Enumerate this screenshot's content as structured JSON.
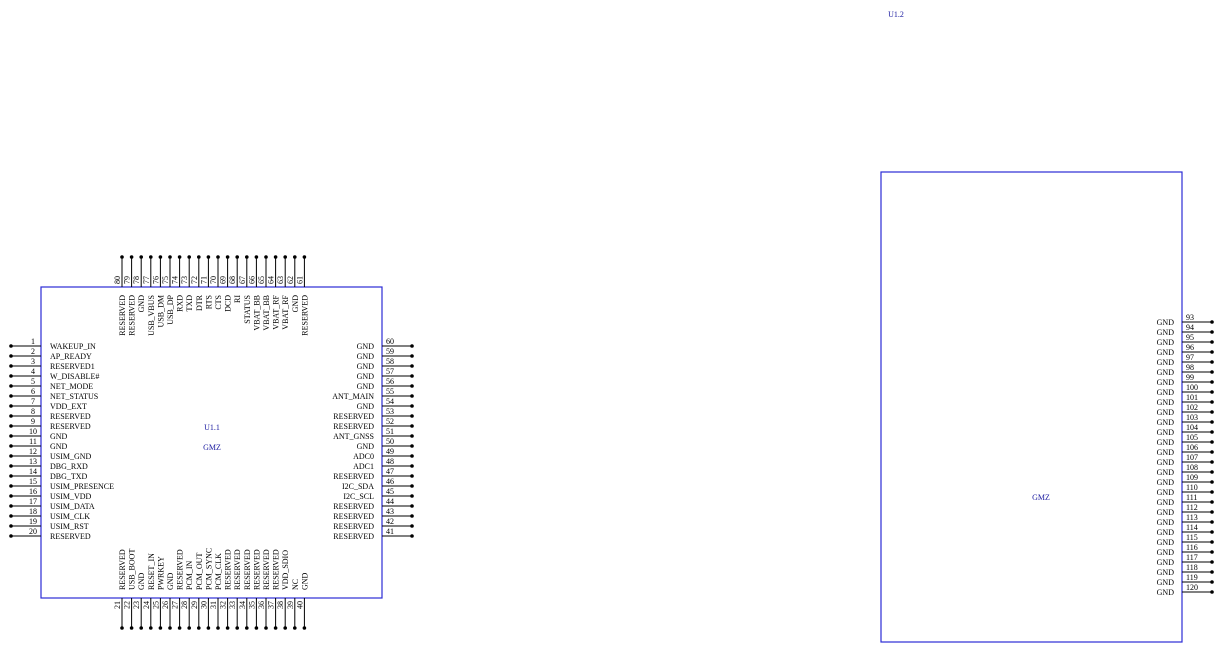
{
  "colors": {
    "body": "#2b2bd6",
    "pin": "#000000",
    "ref": "#1a1aa0"
  },
  "u11": {
    "ref": "U1.1",
    "value": "GMZ",
    "left_pins": [
      {
        "num": "1",
        "name": "WAKEUP_IN"
      },
      {
        "num": "2",
        "name": "AP_READY"
      },
      {
        "num": "3",
        "name": "RESERVED1"
      },
      {
        "num": "4",
        "name": "W_DISABLE#"
      },
      {
        "num": "5",
        "name": "NET_MODE"
      },
      {
        "num": "6",
        "name": "NET_STATUS"
      },
      {
        "num": "7",
        "name": "VDD_EXT"
      },
      {
        "num": "8",
        "name": "RESERVED"
      },
      {
        "num": "9",
        "name": "RESERVED"
      },
      {
        "num": "10",
        "name": "GND"
      },
      {
        "num": "11",
        "name": "GND"
      },
      {
        "num": "12",
        "name": "USIM_GND"
      },
      {
        "num": "13",
        "name": "DBG_RXD"
      },
      {
        "num": "14",
        "name": "DBG_TXD"
      },
      {
        "num": "15",
        "name": "USIM_PRESENCE"
      },
      {
        "num": "16",
        "name": "USIM_VDD"
      },
      {
        "num": "17",
        "name": "USIM_DATA"
      },
      {
        "num": "18",
        "name": "USIM_CLK"
      },
      {
        "num": "19",
        "name": "USIM_RST"
      },
      {
        "num": "20",
        "name": "RESERVED"
      }
    ],
    "right_pins": [
      {
        "num": "60",
        "name": "GND"
      },
      {
        "num": "59",
        "name": "GND"
      },
      {
        "num": "58",
        "name": "GND"
      },
      {
        "num": "57",
        "name": "GND"
      },
      {
        "num": "56",
        "name": "GND"
      },
      {
        "num": "55",
        "name": "ANT_MAIN"
      },
      {
        "num": "54",
        "name": "GND"
      },
      {
        "num": "53",
        "name": "RESERVED"
      },
      {
        "num": "52",
        "name": "RESERVED"
      },
      {
        "num": "51",
        "name": "ANT_GNSS"
      },
      {
        "num": "50",
        "name": "GND"
      },
      {
        "num": "49",
        "name": "ADC0"
      },
      {
        "num": "48",
        "name": "ADC1"
      },
      {
        "num": "47",
        "name": "RESERVED"
      },
      {
        "num": "46",
        "name": "I2C_SDA"
      },
      {
        "num": "45",
        "name": "I2C_SCL"
      },
      {
        "num": "44",
        "name": "RESERVED"
      },
      {
        "num": "43",
        "name": "RESERVED"
      },
      {
        "num": "42",
        "name": "RESERVED"
      },
      {
        "num": "41",
        "name": "RESERVED"
      }
    ],
    "top_pins": [
      {
        "num": "80",
        "name": "RESERVED"
      },
      {
        "num": "79",
        "name": "RESERVED"
      },
      {
        "num": "78",
        "name": "GND"
      },
      {
        "num": "77",
        "name": "USB_VBUS"
      },
      {
        "num": "76",
        "name": "USB_DM"
      },
      {
        "num": "75",
        "name": "USB_DP"
      },
      {
        "num": "74",
        "name": "RXD"
      },
      {
        "num": "73",
        "name": "TXD"
      },
      {
        "num": "72",
        "name": "DTR"
      },
      {
        "num": "71",
        "name": "RTS"
      },
      {
        "num": "70",
        "name": "CTS"
      },
      {
        "num": "69",
        "name": "DCD"
      },
      {
        "num": "68",
        "name": "RI"
      },
      {
        "num": "67",
        "name": "STATUS"
      },
      {
        "num": "66",
        "name": "VBAT_BB"
      },
      {
        "num": "65",
        "name": "VBAT_BB"
      },
      {
        "num": "64",
        "name": "VBAT_RF"
      },
      {
        "num": "63",
        "name": "VBAT_RF"
      },
      {
        "num": "62",
        "name": "GND"
      },
      {
        "num": "61",
        "name": "RESERVED"
      }
    ],
    "bottom_pins": [
      {
        "num": "21",
        "name": "RESERVED"
      },
      {
        "num": "22",
        "name": "USB_BOOT"
      },
      {
        "num": "23",
        "name": "GND"
      },
      {
        "num": "24",
        "name": "RESET_IN"
      },
      {
        "num": "25",
        "name": "PWRKEY"
      },
      {
        "num": "26",
        "name": "GND"
      },
      {
        "num": "27",
        "name": "RESERVED"
      },
      {
        "num": "28",
        "name": "PCM_IN"
      },
      {
        "num": "29",
        "name": "PCM_OUT"
      },
      {
        "num": "30",
        "name": "PCM_SYNC"
      },
      {
        "num": "31",
        "name": "PCM_CLK"
      },
      {
        "num": "32",
        "name": "RESERVED"
      },
      {
        "num": "33",
        "name": "RESERVED"
      },
      {
        "num": "34",
        "name": "RESERVED"
      },
      {
        "num": "35",
        "name": "RESERVED"
      },
      {
        "num": "36",
        "name": "RESERVED"
      },
      {
        "num": "37",
        "name": "RESERVED"
      },
      {
        "num": "38",
        "name": "VDD_SDIO"
      },
      {
        "num": "39",
        "name": "NC"
      },
      {
        "num": "40",
        "name": "GND"
      }
    ]
  },
  "u12": {
    "ref": "U1.2",
    "value": "GMZ",
    "right_pins": [
      {
        "num": "93",
        "name": "GND"
      },
      {
        "num": "94",
        "name": "GND"
      },
      {
        "num": "95",
        "name": "GND"
      },
      {
        "num": "96",
        "name": "GND"
      },
      {
        "num": "97",
        "name": "GND"
      },
      {
        "num": "98",
        "name": "GND"
      },
      {
        "num": "99",
        "name": "GND"
      },
      {
        "num": "100",
        "name": "GND"
      },
      {
        "num": "101",
        "name": "GND"
      },
      {
        "num": "102",
        "name": "GND"
      },
      {
        "num": "103",
        "name": "GND"
      },
      {
        "num": "104",
        "name": "GND"
      },
      {
        "num": "105",
        "name": "GND"
      },
      {
        "num": "106",
        "name": "GND"
      },
      {
        "num": "107",
        "name": "GND"
      },
      {
        "num": "108",
        "name": "GND"
      },
      {
        "num": "109",
        "name": "GND"
      },
      {
        "num": "110",
        "name": "GND"
      },
      {
        "num": "111",
        "name": "GND"
      },
      {
        "num": "112",
        "name": "GND"
      },
      {
        "num": "113",
        "name": "GND"
      },
      {
        "num": "114",
        "name": "GND"
      },
      {
        "num": "115",
        "name": "GND"
      },
      {
        "num": "116",
        "name": "GND"
      },
      {
        "num": "117",
        "name": "GND"
      },
      {
        "num": "118",
        "name": "GND"
      },
      {
        "num": "119",
        "name": "GND"
      },
      {
        "num": "120",
        "name": "GND"
      }
    ]
  }
}
